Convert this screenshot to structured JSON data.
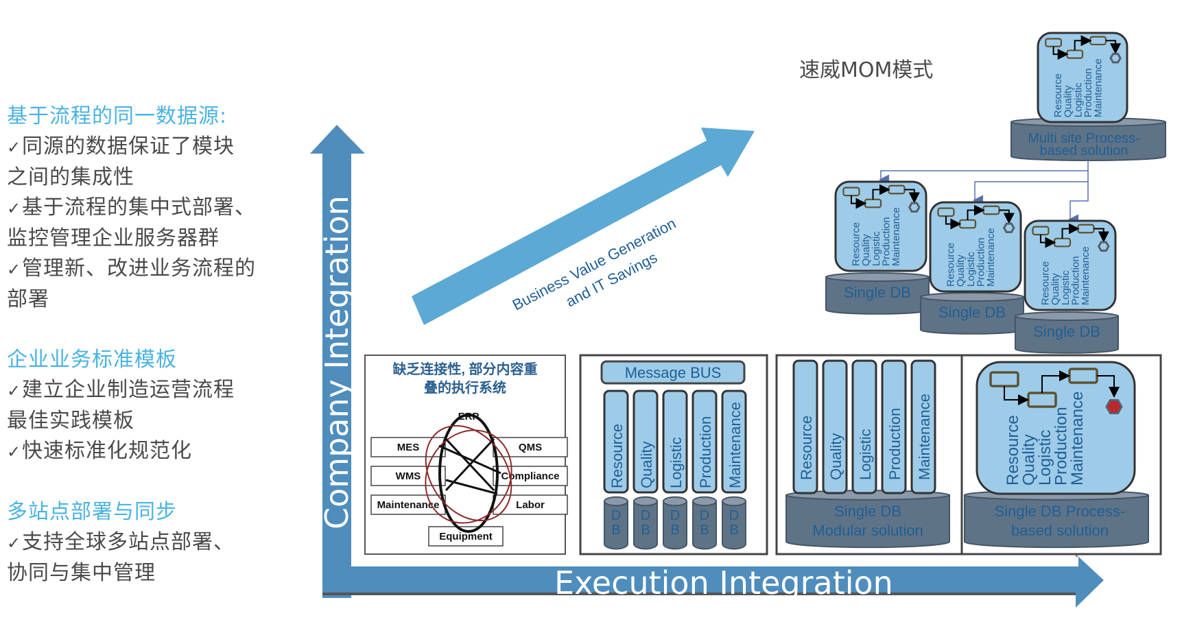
{
  "left_panel": {
    "sections": [
      {
        "title": "基于流程的同一数据源:",
        "bullets": [
          {
            "check": "✓",
            "lines": [
              "同源的数据保证了模块",
              "之间的集成性"
            ]
          },
          {
            "check": "✓",
            "lines": [
              "基于流程的集中式部署、",
              "监控管理企业服务器群"
            ]
          },
          {
            "check": "✓",
            "lines": [
              "管理新、改进业务流程的",
              "部署"
            ]
          }
        ]
      },
      {
        "title": "企业业务标准模板",
        "bullets": [
          {
            "check": "✓",
            "lines": [
              "建立企业制造运营流程",
              "最佳实践模板"
            ]
          },
          {
            "check": "✓",
            "lines": [
              "快速标准化规范化"
            ]
          }
        ]
      },
      {
        "title": "多站点部署与同步",
        "bullets": [
          {
            "check": "✓",
            "lines": [
              "支持全球多站点部署、",
              "协同与集中管理"
            ]
          }
        ]
      }
    ]
  },
  "diagram": {
    "mom_title": "速威MOM模式",
    "y_axis_label": "Company Integration",
    "x_axis_label": "Execution Integration",
    "value_arrow": {
      "line1": "Business Value Generation",
      "line2": "and IT Savings"
    },
    "colors": {
      "axis": "#4f8dbd",
      "value_arrow": "#5ba9d4",
      "module_fill": "#9ecbe8",
      "db_fill": "#5f7386",
      "label_text": "#1f5f95",
      "heading_blue": "#4ab3e3",
      "connector": "#5a6eb0",
      "stop_red": "#c0272d"
    },
    "panel1": {
      "title_line1": "缺乏连接性, 部分内容重",
      "title_line2": "叠的执行系统",
      "erp": "ERP",
      "boxes": [
        "MES",
        "QMS",
        "WMS",
        "Compliance",
        "Maintenance",
        "Labor",
        "Equipment"
      ]
    },
    "panel2": {
      "bus": "Message BUS",
      "modules": [
        "Resource",
        "Quality",
        "Logistic",
        "Production",
        "Maintenance"
      ],
      "db_letters": [
        "D",
        "B"
      ]
    },
    "panel3": {
      "modules": [
        "Resource",
        "Quality",
        "Logistic",
        "Production",
        "Maintenance"
      ],
      "db_line1": "Single DB",
      "db_line2": "Modular solution"
    },
    "panel4": {
      "modules": [
        "Resource",
        "Quality",
        "Logistic",
        "Production",
        "Maintenance"
      ],
      "db_line1": "Single DB Process-",
      "db_line2": "based solution"
    },
    "multisite": {
      "modules": [
        "Resource",
        "Quality",
        "Logistic",
        "Production",
        "Maintenance"
      ],
      "db_line1": "Multi site Process-",
      "db_line2": "based solution"
    },
    "sites": [
      {
        "modules": [
          "Resource",
          "Quality",
          "Logistic",
          "Production",
          "Maintenance"
        ],
        "db": "Single DB"
      },
      {
        "modules": [
          "Resource",
          "Quality",
          "Logistic",
          "Production",
          "Maintenance"
        ],
        "db": "Single DB"
      },
      {
        "modules": [
          "Resource",
          "Quality",
          "Logistic",
          "Production",
          "Maintenance"
        ],
        "db": "Single DB"
      }
    ]
  }
}
